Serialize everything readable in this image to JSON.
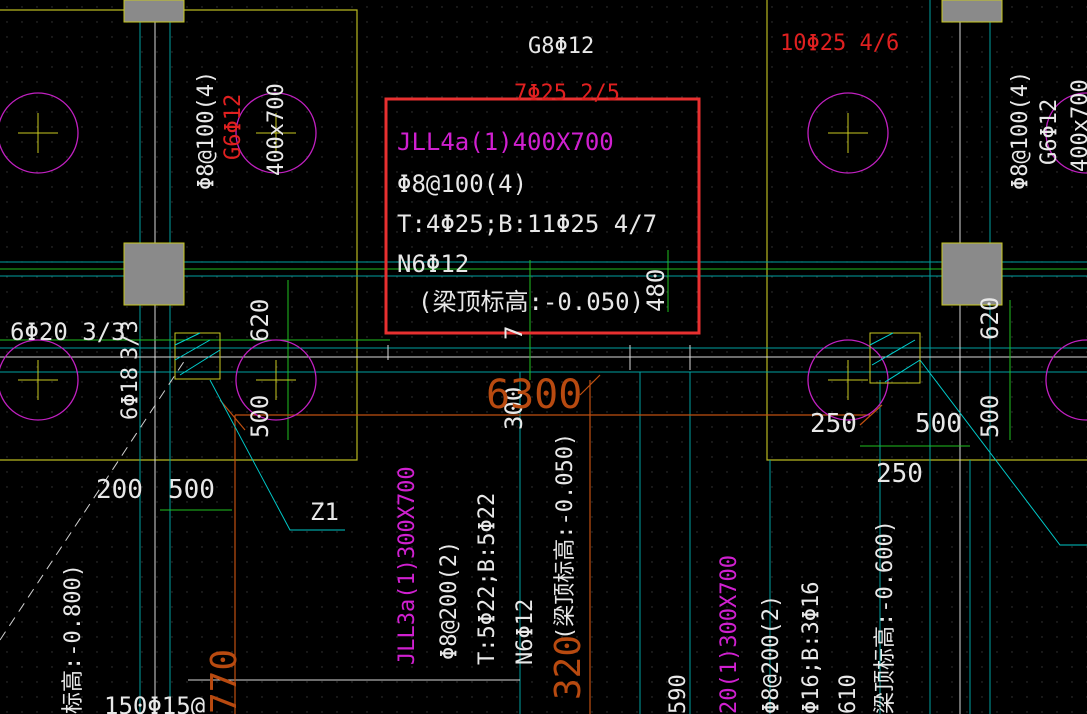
{
  "colors": {
    "background": "#000000",
    "text_white": "#e8e8e8",
    "text_magenta": "#d020d0",
    "text_red": "#e02020",
    "text_orange": "#b84a10",
    "axis_line": "#00a0a0",
    "cyan": "#00d0d0",
    "yellow": "#c8c820",
    "green": "#20d020",
    "circle": "#c020c0",
    "column_fill": "#8a8a8a",
    "highlight_box": "#e83030"
  },
  "labels": {
    "top_beam": "G8Φ12",
    "top_red": "10Φ25 4/6",
    "top_red_partial": "7Φ25 2/5",
    "left_stirrup": "Φ8@100(4)",
    "left_g": "G6Φ12",
    "left_size": "400x700",
    "right_stirrup": "Φ8@100(4)",
    "right_g": "G6Φ12",
    "right_size": "400x700",
    "left_rebar": "6Φ20 3/3",
    "left_rebar_tail": "3/3",
    "left_side": "6Φ18",
    "dim_620_left": "620",
    "dim_500_left": "500",
    "dim_300": "300",
    "dim_7": "7",
    "dim_6300": "6300",
    "dim_200": "200",
    "dim_500_bottom": "500",
    "z1": "Z1",
    "dim_250_a": "250",
    "dim_500_right": "500",
    "dim_500_right_v": "500",
    "dim_250_b": "250",
    "dim_620_right": "620",
    "left_elev": "标高:-0.800)",
    "bottom_left_frag": "150Φ15@",
    "orange_770": "770",
    "orange_320": "320"
  },
  "beam_jll4": {
    "name": "JLL4a(1)400X700",
    "stirrup": "Φ8@100(4)",
    "rebar": "T:4Φ25;B:11Φ25 4/7",
    "side": "N6Φ12",
    "elevation": "(梁顶标高:-0.050)",
    "dim_480": "480"
  },
  "beam_jll3": {
    "name": "JLL3a(1)300X700",
    "stirrup": "Φ8@200(2)",
    "rebar": "T:5Φ22;B:5Φ22",
    "side": "N6Φ12",
    "elevation": "(梁顶标高:-0.050)"
  },
  "beam_right": {
    "name": "20(1)300X700",
    "stirrup": "Φ8@200(2)",
    "rebar": "Φ16;B:3Φ16",
    "side": "610",
    "elevation": "梁顶标高:-0.600)",
    "dim_590": "590"
  }
}
